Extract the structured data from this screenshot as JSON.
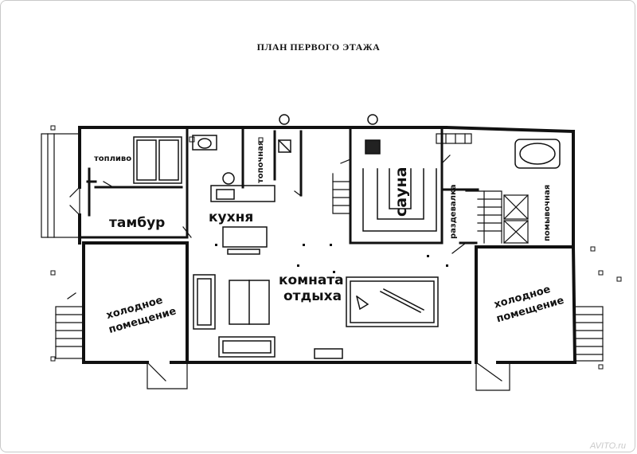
{
  "title": "ПЛАН ПЕРВОГО ЭТАЖА",
  "rooms": {
    "fuel": "топливо",
    "vestibule": "тамбур",
    "firebox": "топочная",
    "kitchen": "кухня",
    "sauna": "сауна",
    "dressing": "раздевалка",
    "washing": "помывочная",
    "lounge_line1": "комната",
    "lounge_line2": "отдыха",
    "cold_left_line1": "холодное",
    "cold_left_line2": "помещение",
    "cold_right_line1": "холодное",
    "cold_right_line2": "помещение"
  },
  "watermark": "AVITO.ru",
  "colors": {
    "ink": "#111111",
    "paper": "#ffffff"
  }
}
